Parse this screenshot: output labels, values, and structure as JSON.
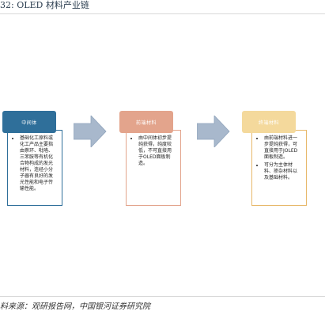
{
  "header": {
    "title": "32: OLED 材料产业链"
  },
  "stages": [
    {
      "label": "中间体",
      "color": "#2f6f9a",
      "bullets": [
        "基础化工原料或化工产品主要指由萘环、吡咯、三苯胺等有机化合物构成的发光材料，连经小分子器有良好的发光性能和电子传输性能。"
      ]
    },
    {
      "label": "前端材料",
      "color": "#e3a48c",
      "bullets": [
        "由中间体初步提纯获得，纯度较低，不可直接用于OLED面板制造。"
      ]
    },
    {
      "label": "终端材料",
      "color": "#f4d99c",
      "bullets": [
        "由前端材料进一步提纯获得，可直接用于JOLED面板制造。",
        "可分为主体材料、掺杂材料以及基础材料。"
      ]
    }
  ],
  "arrows": [
    {
      "icon": "right-arrow-icon",
      "color": "#a8b8cc"
    },
    {
      "icon": "right-arrow-icon",
      "color": "#a8b8cc"
    }
  ],
  "footer": {
    "source": "料来源：观研报告网，中国银河证券研究院"
  }
}
